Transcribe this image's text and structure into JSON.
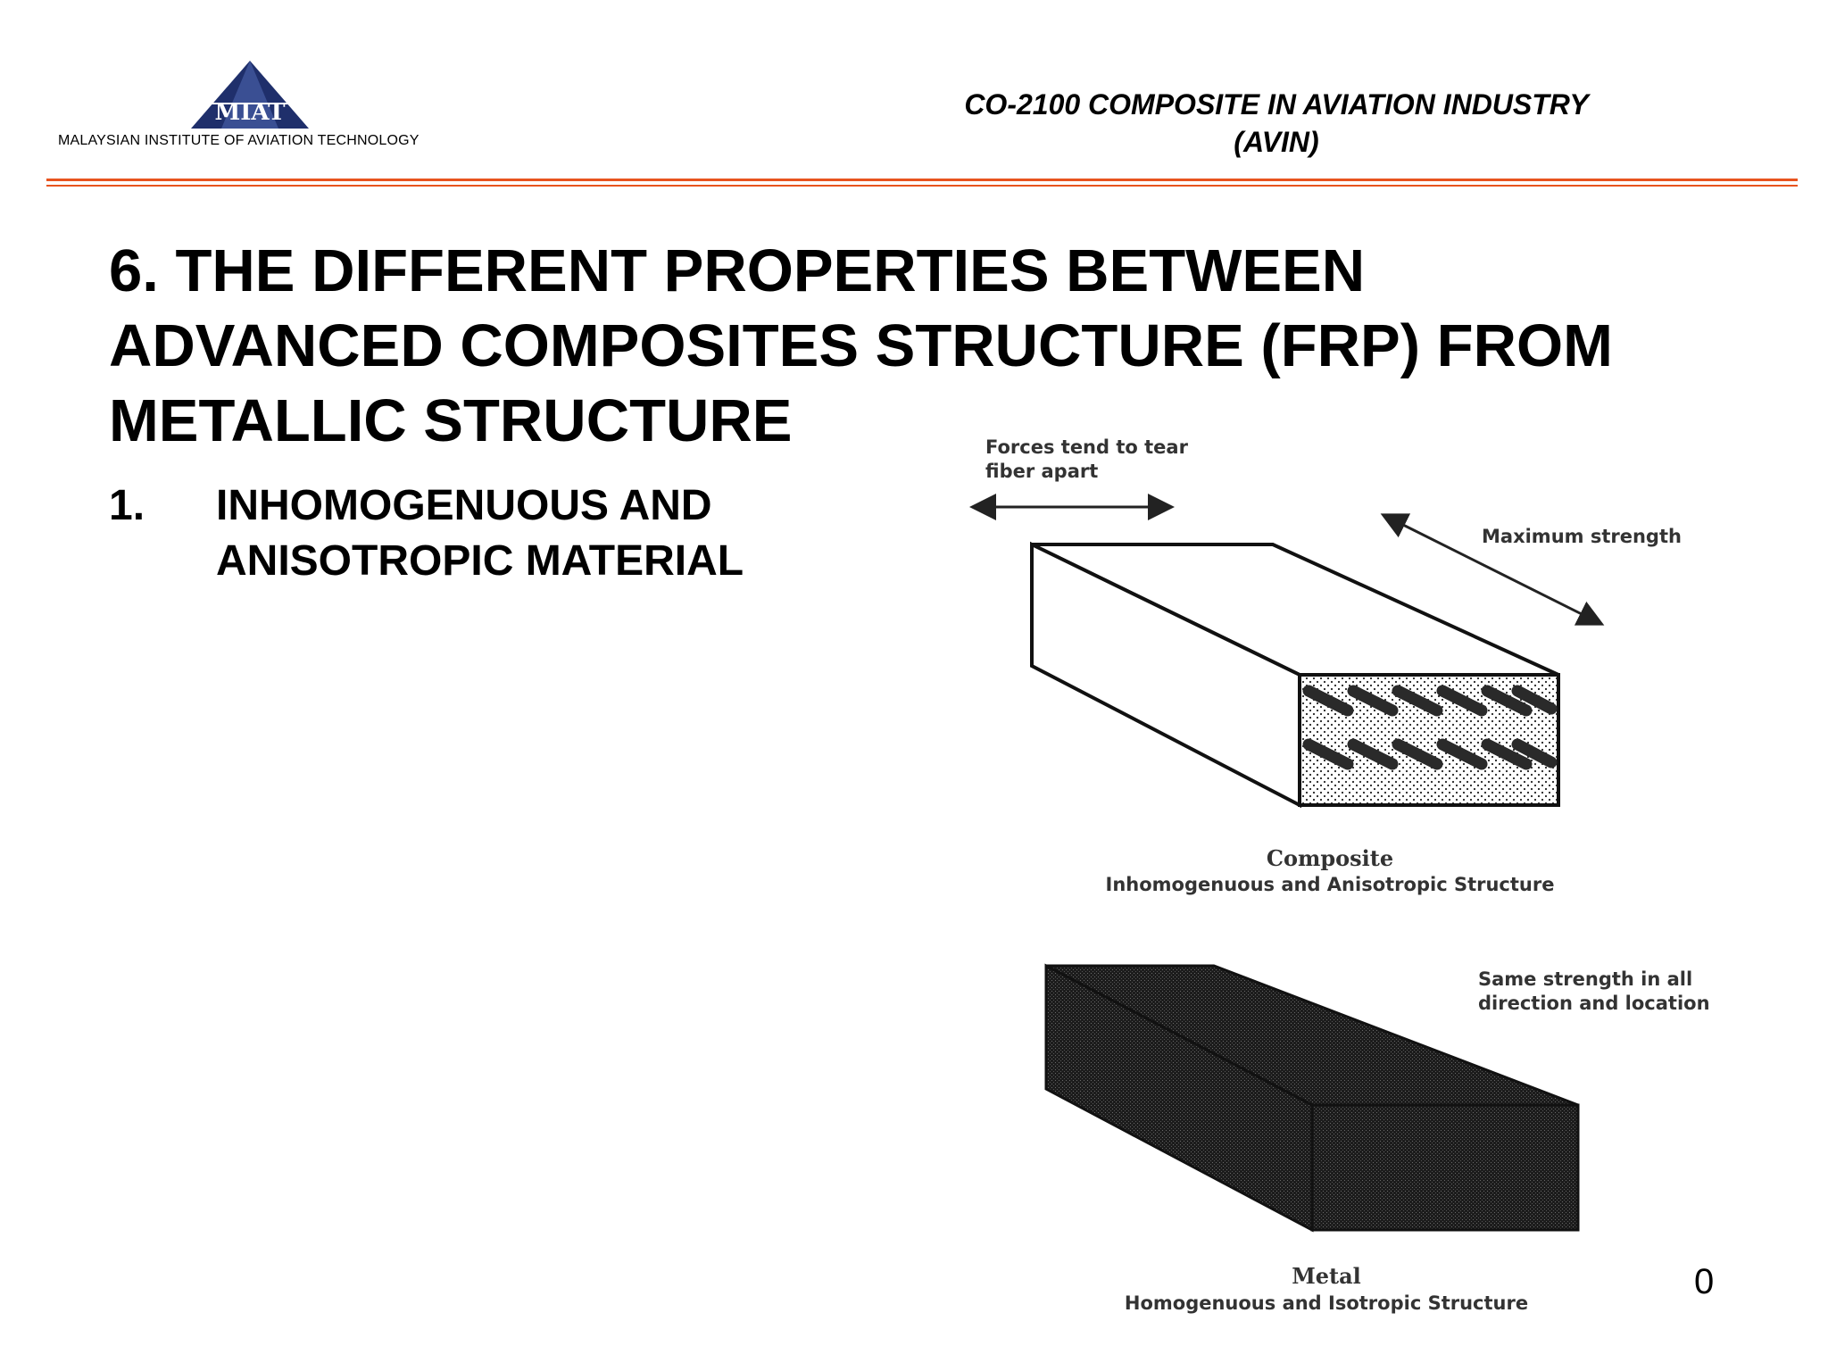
{
  "header": {
    "logo_text": "MIAT",
    "institute": "MALAYSIAN INSTITUTE OF AVIATION TECHNOLOGY",
    "course_line1": "CO-2100 COMPOSITE IN AVIATION INDUSTRY",
    "course_line2": "(AVIN)",
    "accent_color": "#e8541f",
    "logo_color": "#1f2f6b"
  },
  "title": {
    "line1": "6. THE DIFFERENT PROPERTIES BETWEEN",
    "line2": "ADVANCED COMPOSITES STRUCTURE (FRP) FROM",
    "line3": "METALLIC STRUCTURE"
  },
  "point": {
    "number": "1.",
    "line1": "INHOMOGENUOUS AND",
    "line2": "ANISOTROPIC MATERIAL"
  },
  "figure": {
    "composite_forces_line1": "Forces tend to tear",
    "composite_forces_line2": "fiber apart",
    "composite_max_strength": "Maximum strength",
    "composite_title": "Composite",
    "composite_subtitle": "Inhomogenuous and Anisotropic Structure",
    "metal_strength_line1": "Same strength in all",
    "metal_strength_line2": "direction and location",
    "metal_title": "Metal",
    "metal_subtitle": "Homogenuous and Isotropic Structure"
  },
  "footer": {
    "page_number": "0"
  }
}
